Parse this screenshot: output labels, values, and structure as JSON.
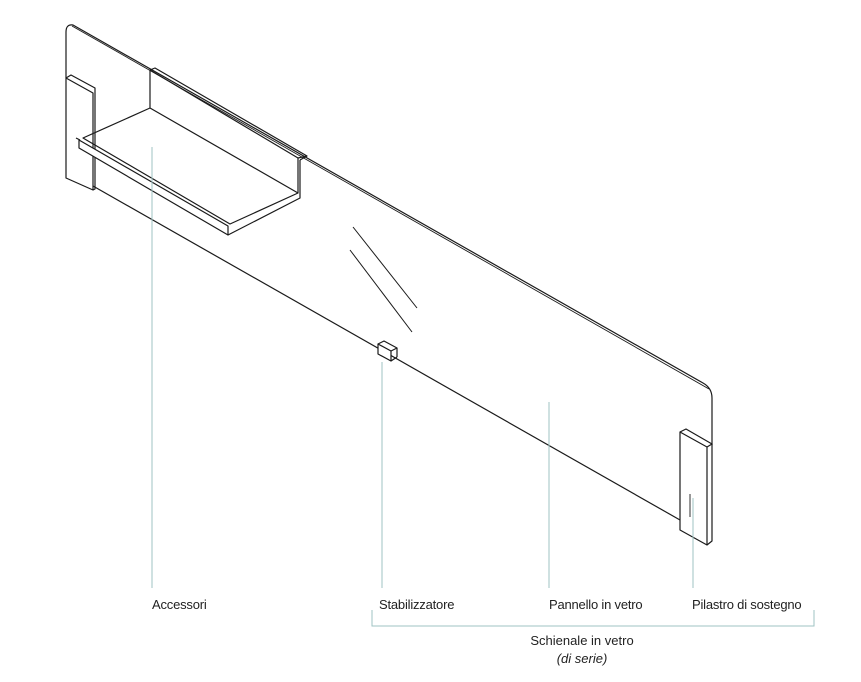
{
  "labels": {
    "accessori": "Accessori",
    "stabilizzatore": "Stabilizzatore",
    "pannello": "Pannello in vetro",
    "pilastro": "Pilastro di sostegno"
  },
  "group": {
    "title": "Schienale in vetro",
    "subtitle": "(di serie)"
  },
  "colors": {
    "outline": "#1a1a1a",
    "leader": "#9fc3c3",
    "text": "#222222"
  }
}
